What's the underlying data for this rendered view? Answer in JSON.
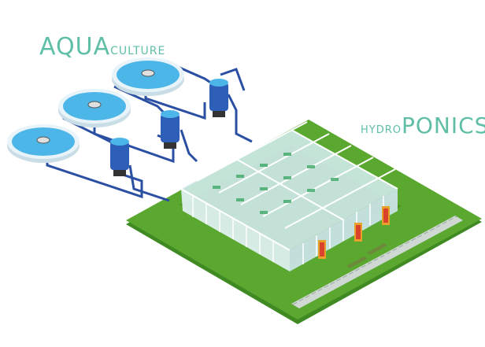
{
  "labels": {
    "aquaculture_big": "AQUA",
    "aquaculture_small": "CULTURE",
    "hydroponics_small": "HYDRO",
    "hydroponics_big": "PONICS"
  },
  "colors": {
    "label_green": "#5fbfa6",
    "grass": "#5aa82f",
    "grass_edge": "#3f8a22",
    "tank_water": "#4db6e8",
    "tank_rim": "#e8f4fa",
    "pipe": "#2a4fa3",
    "pump": "#2e5fb8",
    "greenhouse_glass": "#d8eef6",
    "greenhouse_frame": "#ffffff",
    "path": "#cfd8d3"
  },
  "icons": [
    "tank-icon",
    "pump-icon",
    "greenhouse-icon",
    "pipe-icon"
  ]
}
